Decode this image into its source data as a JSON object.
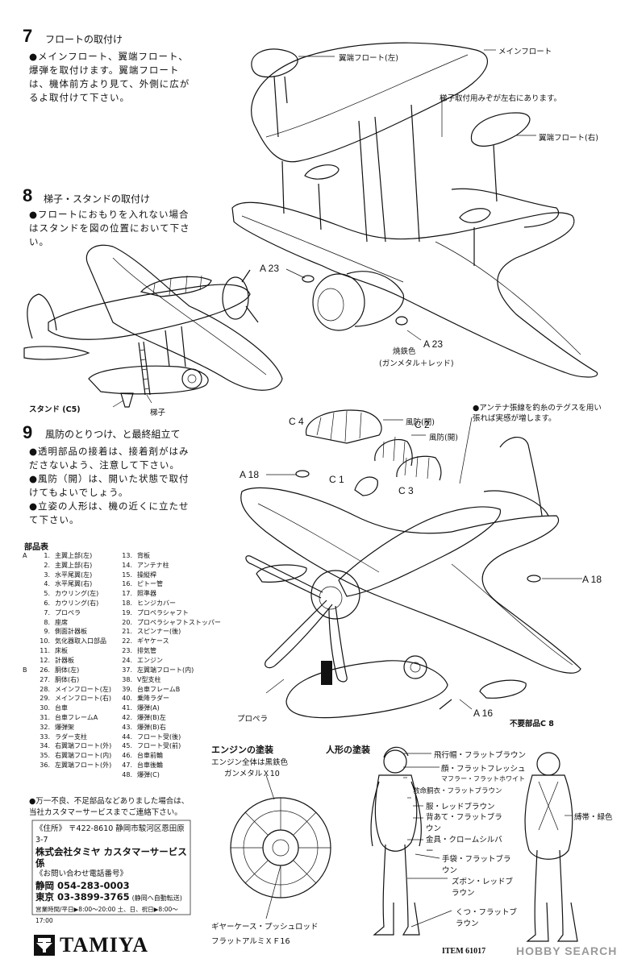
{
  "step7": {
    "number": "7",
    "title": "フロートの取付け",
    "bullets": [
      "メインフロート、翼端フロート、爆弾を取付けます。翼端フロートは、機体前方より見て、外側に広がるよ取付けて下さい。"
    ]
  },
  "step8": {
    "number": "8",
    "title": "梯子・スタンドの取付け",
    "bullets": [
      "フロートにおもりを入れない場合はスタンドを図の位置において下さい。"
    ]
  },
  "step9": {
    "number": "9",
    "title": "風防のとりつけ、と最終組立て",
    "bullets": [
      "透明部品の接着は、接着剤がはみださないよう、注意して下さい。",
      "風防（開）は、開いた状態で取付けてもよいでしょう。",
      "立姿の人形は、機の近くに立たせて下さい。"
    ]
  },
  "callouts": {
    "wingtip_float_left": "翼端フロート(左)",
    "main_float": "メインフロート",
    "ladder_groove": "梯子取付用みぞが左右にあります。",
    "wingtip_float_right": "翼端フロート(右)",
    "a23_left": "A 23",
    "a23_right": "A 23",
    "gunmetal_1": "焼鉄色",
    "gunmetal_2": "(ガンメタル＋レッド)",
    "stand": "スタンド (C5)",
    "ladder": "梯子",
    "c4": "C 4",
    "c2": "C 2",
    "c1": "C 1",
    "c3": "C 3",
    "a18_left": "A 18",
    "a18_right": "A 18",
    "a16": "A 16",
    "canopy_closed": "風防(閉)",
    "canopy_open": "風防(開)",
    "antenna_note": "アンテナ張線を釣糸のテグスを用い張れば実感が増します。",
    "propeller": "プロペラ",
    "unused": "不要部品C 8"
  },
  "parts_table": {
    "title": "部品表",
    "group_a": [
      {
        "g": "A",
        "n": "1.",
        "t": "主翼上部(左)"
      },
      {
        "g": "",
        "n": "2.",
        "t": "主翼上部(右)"
      },
      {
        "g": "",
        "n": "3.",
        "t": "水平尾翼(左)"
      },
      {
        "g": "",
        "n": "4.",
        "t": "水平尾翼(右)"
      },
      {
        "g": "",
        "n": "5.",
        "t": "カウリング(左)"
      },
      {
        "g": "",
        "n": "6.",
        "t": "カウリング(右)"
      },
      {
        "g": "",
        "n": "7.",
        "t": "プロペラ"
      },
      {
        "g": "",
        "n": "8.",
        "t": "座席"
      },
      {
        "g": "",
        "n": "9.",
        "t": "側面計器板"
      },
      {
        "g": "",
        "n": "10.",
        "t": "気化器取入口部品"
      },
      {
        "g": "",
        "n": "11.",
        "t": "床板"
      },
      {
        "g": "",
        "n": "12.",
        "t": "計器板"
      }
    ],
    "group_a2": [
      {
        "n": "13.",
        "t": "背板"
      },
      {
        "n": "14.",
        "t": "アンテナ柱"
      },
      {
        "n": "15.",
        "t": "操縦桿"
      },
      {
        "n": "16.",
        "t": "ピトー管"
      },
      {
        "n": "17.",
        "t": "照準器"
      },
      {
        "n": "18.",
        "t": "ヒンジカバー"
      },
      {
        "n": "19.",
        "t": "プロペラシャフト"
      },
      {
        "n": "20.",
        "t": "プロペラシャフトストッパー"
      },
      {
        "n": "21.",
        "t": "スピンナー(後)"
      },
      {
        "n": "22.",
        "t": "ギヤケース"
      },
      {
        "n": "23.",
        "t": "排気管"
      },
      {
        "n": "24.",
        "t": "エンジン"
      }
    ],
    "group_b": [
      {
        "g": "B",
        "n": "26.",
        "t": "胴体(左)"
      },
      {
        "g": "",
        "n": "27.",
        "t": "胴体(右)"
      },
      {
        "g": "",
        "n": "28.",
        "t": "メインフロート(左)"
      },
      {
        "g": "",
        "n": "29.",
        "t": "メインフロート(右)"
      },
      {
        "g": "",
        "n": "30.",
        "t": "台車"
      },
      {
        "g": "",
        "n": "31.",
        "t": "台車フレームA"
      },
      {
        "g": "",
        "n": "32.",
        "t": "爆弾架"
      },
      {
        "g": "",
        "n": "33.",
        "t": "ラダー支柱"
      },
      {
        "g": "",
        "n": "34.",
        "t": "右翼端フロート(外)"
      },
      {
        "g": "",
        "n": "35.",
        "t": "右翼端フロート(内)"
      },
      {
        "g": "",
        "n": "36.",
        "t": "左翼端フロート(外)"
      }
    ],
    "group_b2": [
      {
        "n": "37.",
        "t": "左翼端フロート(内)"
      },
      {
        "n": "38.",
        "t": "V型支柱"
      },
      {
        "n": "39.",
        "t": "台車フレームB"
      },
      {
        "n": "40.",
        "t": "乗降ラダー"
      },
      {
        "n": "41.",
        "t": "爆弾(A)"
      },
      {
        "n": "42.",
        "t": "爆弾(B)左"
      },
      {
        "n": "43.",
        "t": "爆弾(B)右"
      },
      {
        "n": "44.",
        "t": "フロート受(後)"
      },
      {
        "n": "45.",
        "t": "フロート受(前)"
      },
      {
        "n": "46.",
        "t": "台車前輪"
      },
      {
        "n": "47.",
        "t": "台車後輪"
      },
      {
        "n": "48.",
        "t": "爆弾(C)"
      }
    ]
  },
  "engine_paint": {
    "title": "エンジンの塗装",
    "line1": "エンジン全体は黒鉄色",
    "line2": "ガンメタルＸ10",
    "gear_1": "ギヤーケース・プッシュロッド",
    "gear_2": "フラットアルミＸＦ16"
  },
  "figure_paint": {
    "title": "人形の塗装",
    "items": [
      "飛行帽・フラットブラウン",
      "顔・フラットフレッシュ",
      "マフラー・フラットホワイト",
      "救命胴衣・フラットブラウン",
      "服・レッドブラウン",
      "背あて・フラットブラウン",
      "金具・クロームシルバー",
      "手袋・フラットブラウン",
      "ズボン・レッドブラウン",
      "くつ・フラットブラウン"
    ],
    "harness": "縛帯・緑色"
  },
  "contact": {
    "note": "万一不良、不足部品などありました場合は、当社カスタマーサービスまでご連絡下さい。",
    "address_label": "《住所》",
    "address": "〒422-8610 静岡市駿河区恩田原3-7",
    "company": "株式会社タミヤ カスタマーサービス係",
    "phone_label": "《お問い合わせ電話番号》",
    "phone_shizuoka": "静岡 054-283-0003",
    "phone_tokyo": "東京 03-3899-3765",
    "tokyo_note": "(静岡へ自動転送)",
    "hours": "営業時間/平日▶8:00〜20:00 土、日、祝日▶8:00〜17:00"
  },
  "brand": "TAMIYA",
  "footer": {
    "item": "ITEM 61017",
    "watermark": "HOBBY SEARCH"
  }
}
